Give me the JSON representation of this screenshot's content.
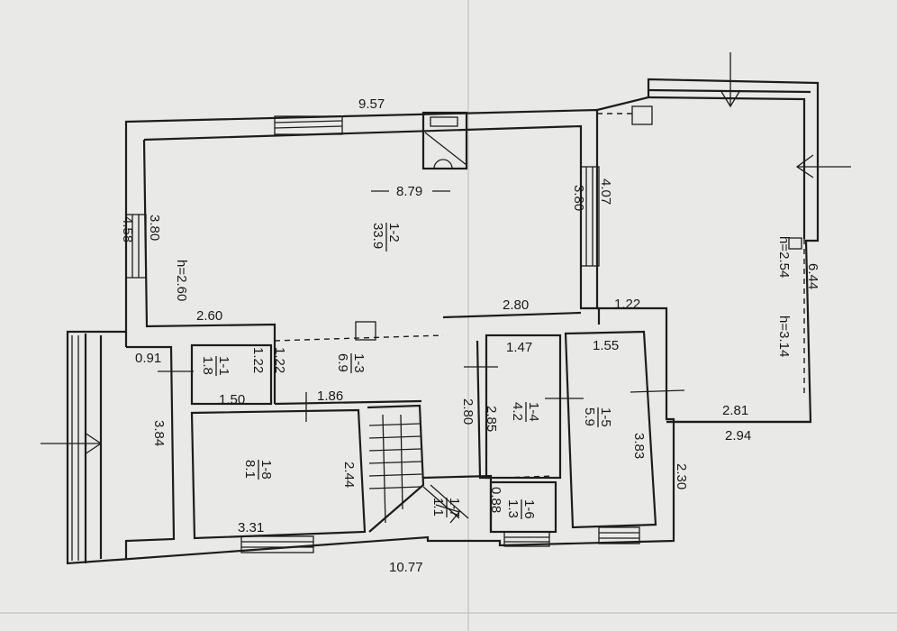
{
  "plan": {
    "dimensions": {
      "top_total": "9.57",
      "inner_top": "8.79",
      "left_outer": "4.58",
      "left_inner": "3.80",
      "height_main": "h=2.60",
      "under_main_left": "2.60",
      "under_main_right": "2.80",
      "mid_wall_height": "3.80",
      "mid_wall_outer": "4.07",
      "corridor_step": "1.22",
      "annex_height": "h=2.54",
      "annex_height2": "h=3.14",
      "annex_side": "6.44",
      "annex_bottom_inner": "2.81",
      "annex_bottom_outer": "2.94",
      "porch_width": "0.91",
      "porch_depth": "3.84",
      "bath_width": "1.50",
      "bath_height_a": "1.22",
      "bath_height_b": "1.22",
      "hall_width": "1.86",
      "hall_height": "2.80",
      "room4_width": "1.47",
      "room4_height": "2.85",
      "room5_width": "1.55",
      "room5_height": "3.83",
      "room8_height": "2.44",
      "room8_width": "3.31",
      "room6_height": "0.88",
      "right_wall": "2.30",
      "bottom_total": "10.77"
    },
    "rooms": [
      {
        "id": "1-2",
        "area": "33.9"
      },
      {
        "id": "1-1",
        "area": "1.8"
      },
      {
        "id": "1-3",
        "area": "6.9"
      },
      {
        "id": "1-4",
        "area": "4.2"
      },
      {
        "id": "1-5",
        "area": "5.9"
      },
      {
        "id": "1-8",
        "area": "8.1"
      },
      {
        "id": "1-6",
        "area": "1.3"
      },
      {
        "id": "1-7",
        "area": "1.1"
      }
    ]
  }
}
